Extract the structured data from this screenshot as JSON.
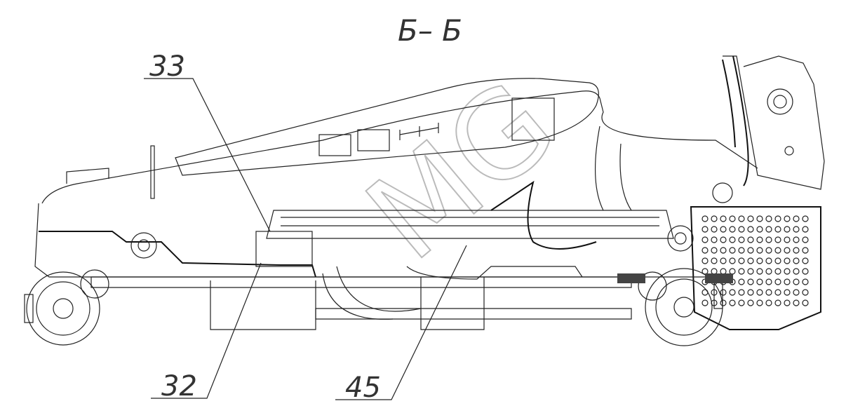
{
  "drawing": {
    "section_title": "Б– Б",
    "callouts": [
      {
        "number": "33"
      },
      {
        "number": "32"
      },
      {
        "number": "45"
      }
    ],
    "watermark": "MG"
  }
}
